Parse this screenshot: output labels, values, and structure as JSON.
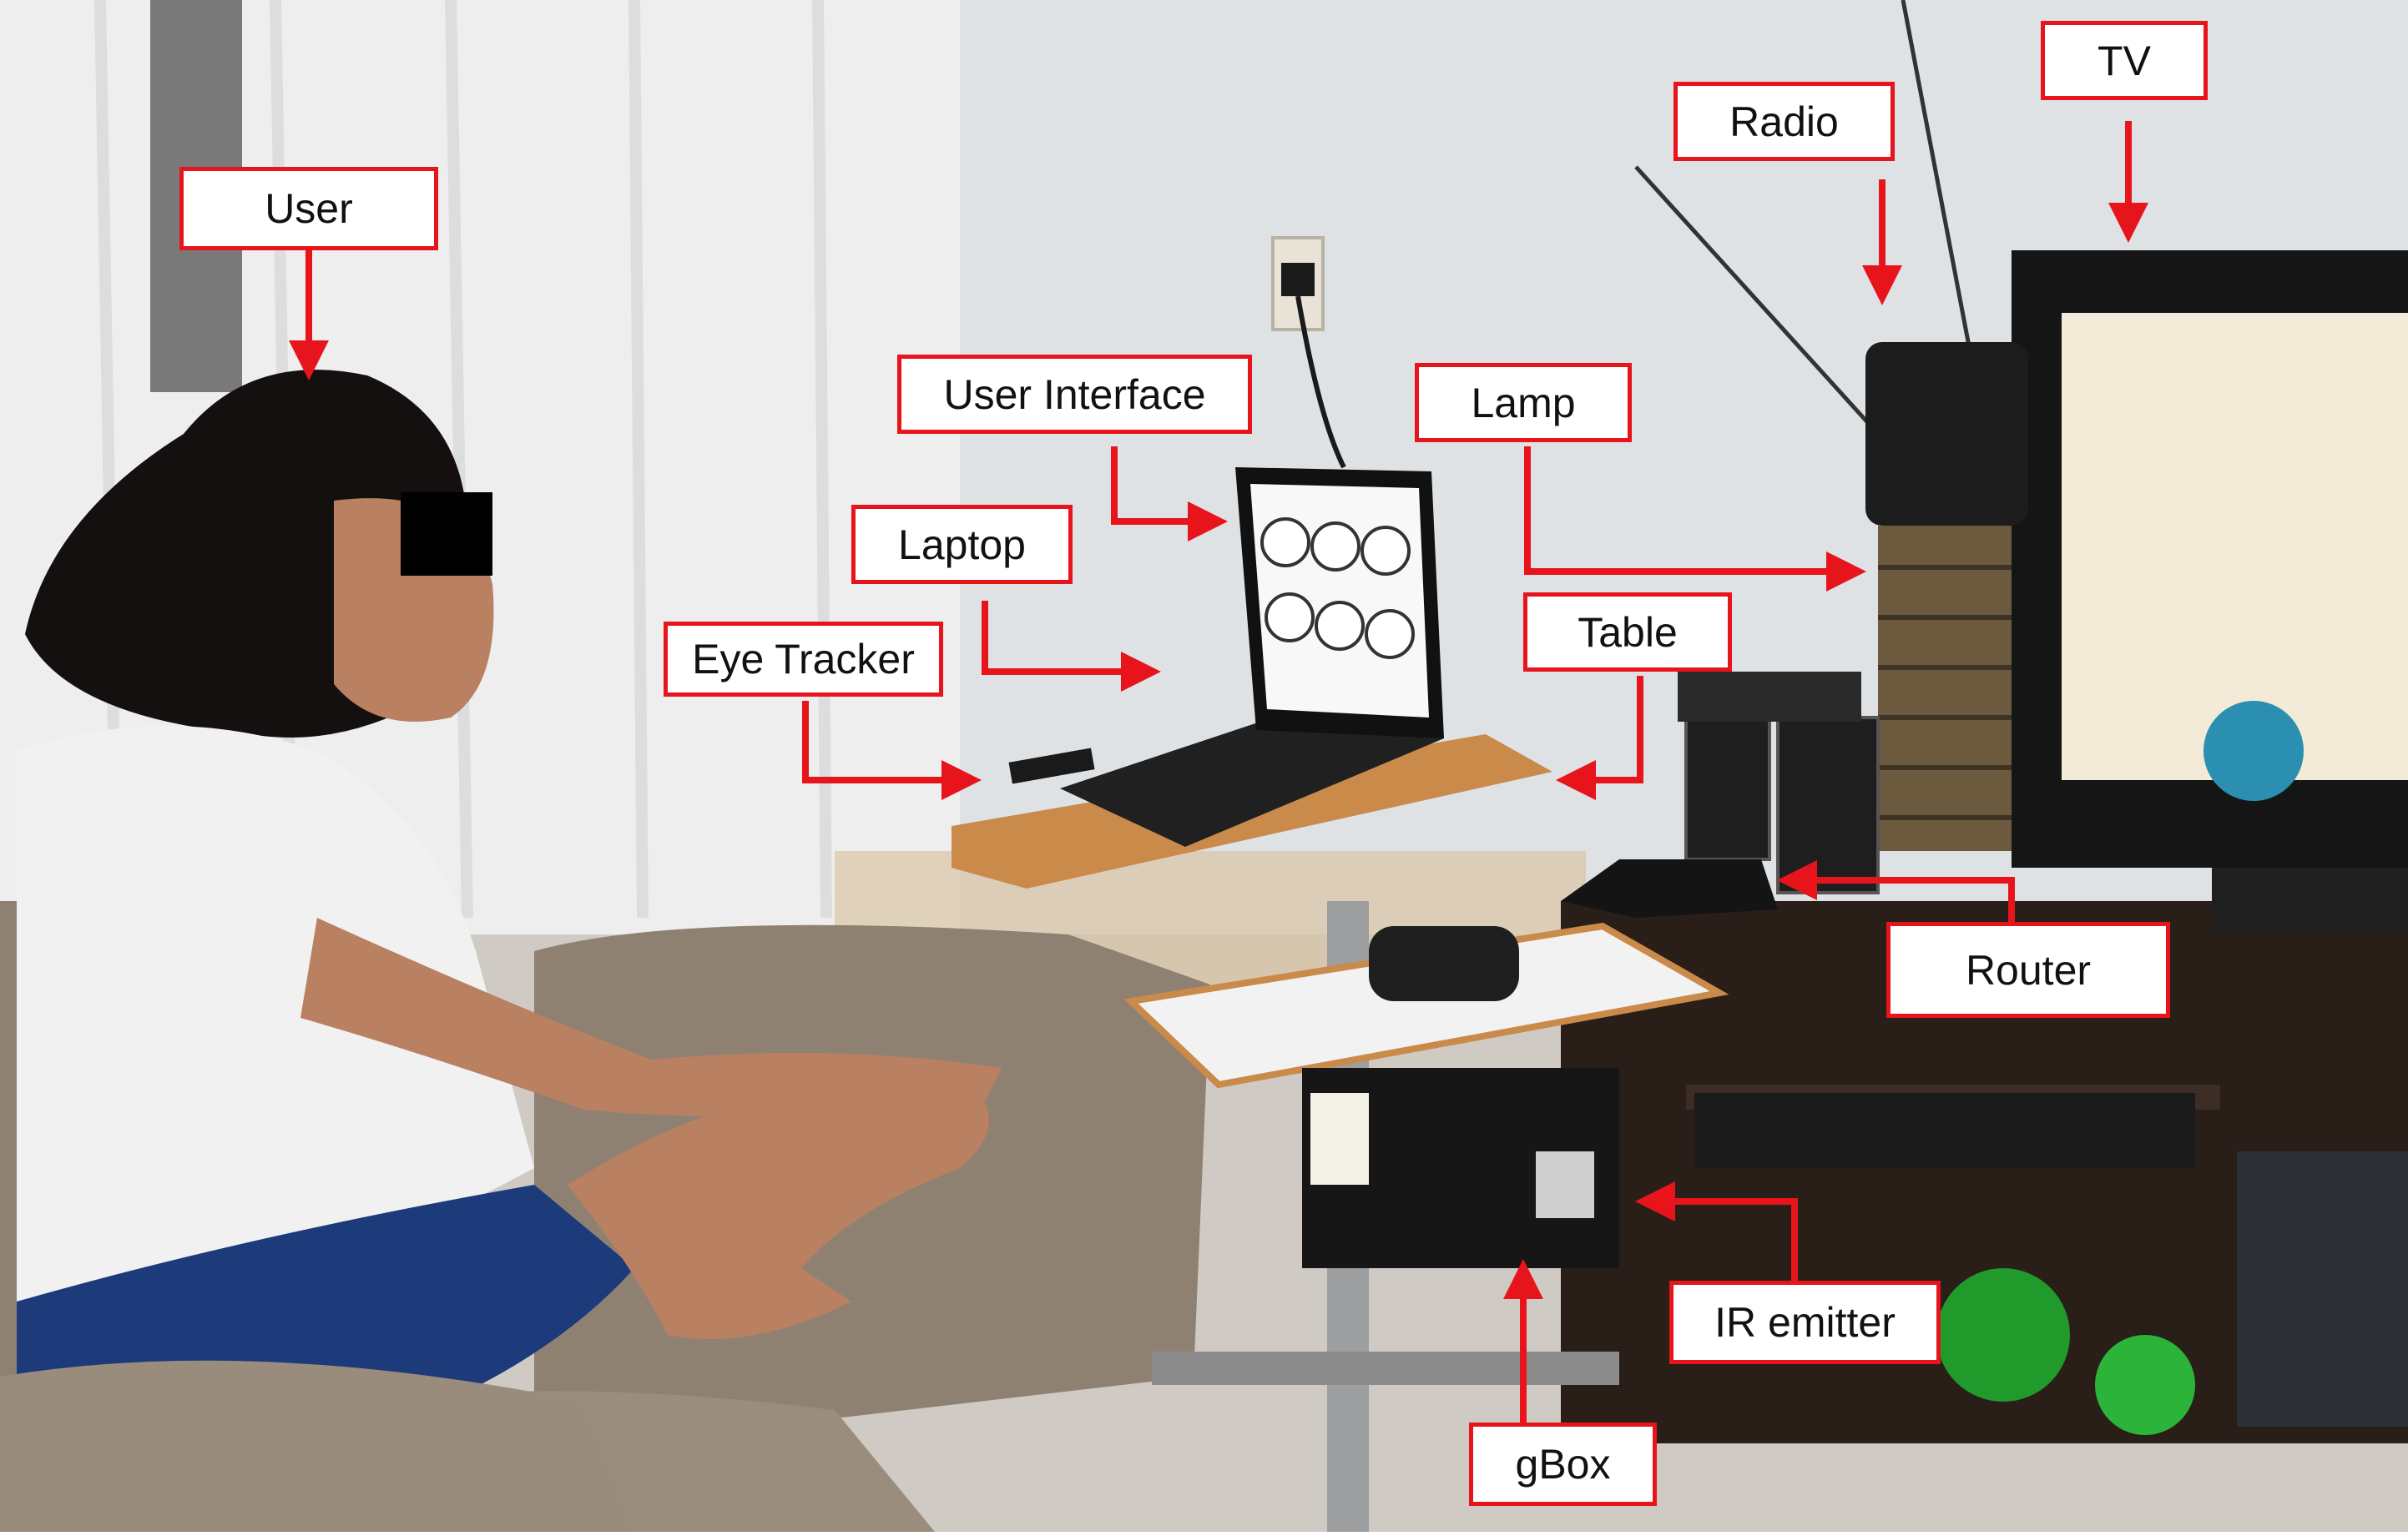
{
  "colors": {
    "label_border": "#e8141c",
    "arrow": "#e8141c",
    "wall": "#e4e6e8",
    "curtain": "#eeeeef",
    "floor": "#cfcac4",
    "table_wood": "#c98a4a",
    "tv_frame": "#151515",
    "sofa": "#8f8172",
    "cabinet": "#2a1e18"
  },
  "labels": {
    "user": "User",
    "radio": "Radio",
    "tv": "TV",
    "user_interface": "User Interface",
    "lamp": "Lamp",
    "laptop": "Laptop",
    "eye_tracker": "Eye Tracker",
    "table": "Table",
    "router": "Router",
    "ir_emitter": "IR emitter",
    "gbox": "gBox"
  },
  "icons": {
    "ui_grid": [
      "up-down-icon",
      "back-arrow-icon",
      "speaker-icon",
      "channel-icon",
      "power-icon",
      "speaker-low-icon"
    ]
  }
}
